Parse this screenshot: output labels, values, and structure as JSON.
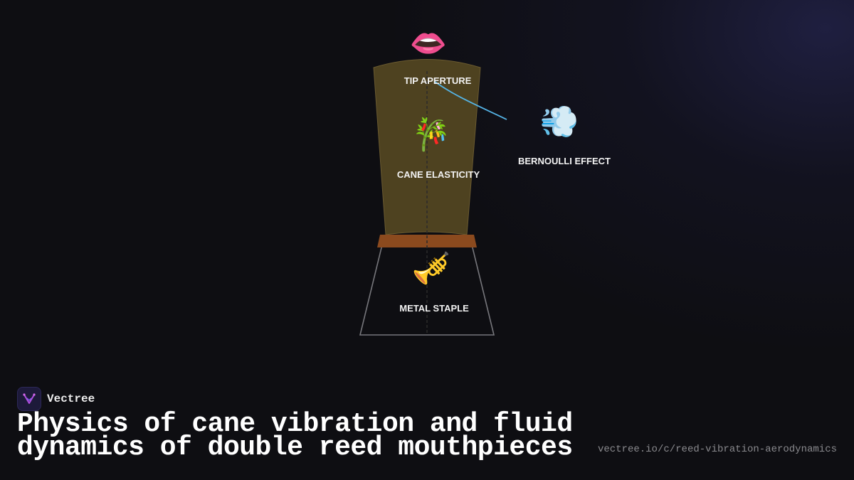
{
  "brand": {
    "name": "Vectree"
  },
  "title": {
    "line1": "Physics of cane vibration and fluid",
    "line2": "dynamics of double reed mouthpieces"
  },
  "url": "vectree.io/c/reed-vibration-aerodynamics",
  "diagram": {
    "nodes": [
      {
        "id": "lips",
        "icon": "👄",
        "label": ""
      },
      {
        "id": "tip-aperture",
        "icon": "",
        "label": "TIP APERTURE"
      },
      {
        "id": "cane-elasticity",
        "icon": "🎋",
        "label": "CANE ELASTICITY"
      },
      {
        "id": "bernoulli-effect",
        "icon": "💨",
        "label": "BERNOULLI EFFECT"
      },
      {
        "id": "metal-staple",
        "icon": "🎺",
        "label": "METAL STAPLE"
      }
    ]
  },
  "colors": {
    "background": "#0e0e12",
    "cane_fill": "#4e4220",
    "cane_edge": "#6a5a30",
    "binding": "#8b4a1e",
    "staple_outline": "#77777c",
    "connector": "#55b4e6",
    "text": "#f2f2f2",
    "url_text": "#8a8a8e",
    "logo_bg": "#1d1a3a",
    "logo_mark": "#b14fe0"
  }
}
